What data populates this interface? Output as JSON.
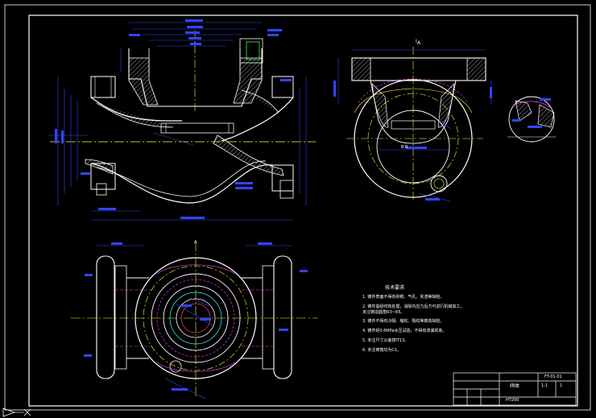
{
  "drawing": {
    "section_mark_top": "A",
    "section_mark_bottom": "A",
    "section_label": "B-B",
    "detail_mark": "I"
  },
  "tech_notes": {
    "title": "技术要求",
    "items": [
      "1. 铸件表面不得有砂眼、气孔、夹渣等缺陷。",
      "2. 铸件需经时效处理，消除内应力后方可进行机械加工，",
      "   未注铸造圆角R3~R5。",
      "3. 铸件不得有冷隔、缩松、裂纹等铸造缺陷。",
      "4. 铸件经0.6MPa水压试验，不得有渗漏现象。",
      "5. 未注尺寸公差按IT13。",
      "6. 未注倒角均为C1。"
    ]
  },
  "title_block": {
    "part_name": "阀体",
    "drawing_no": "FT-01-01",
    "material": "HT200",
    "scale": "1:1",
    "sheet": "1"
  },
  "colors": {
    "background": "#000000",
    "outline": "#ffffff",
    "dimension": "#3344ff",
    "centerline": "#ffff33",
    "hidden": "#ff44ff",
    "section": "#ff3333",
    "hatch": "#ffffff",
    "aux": "#33ffff"
  }
}
